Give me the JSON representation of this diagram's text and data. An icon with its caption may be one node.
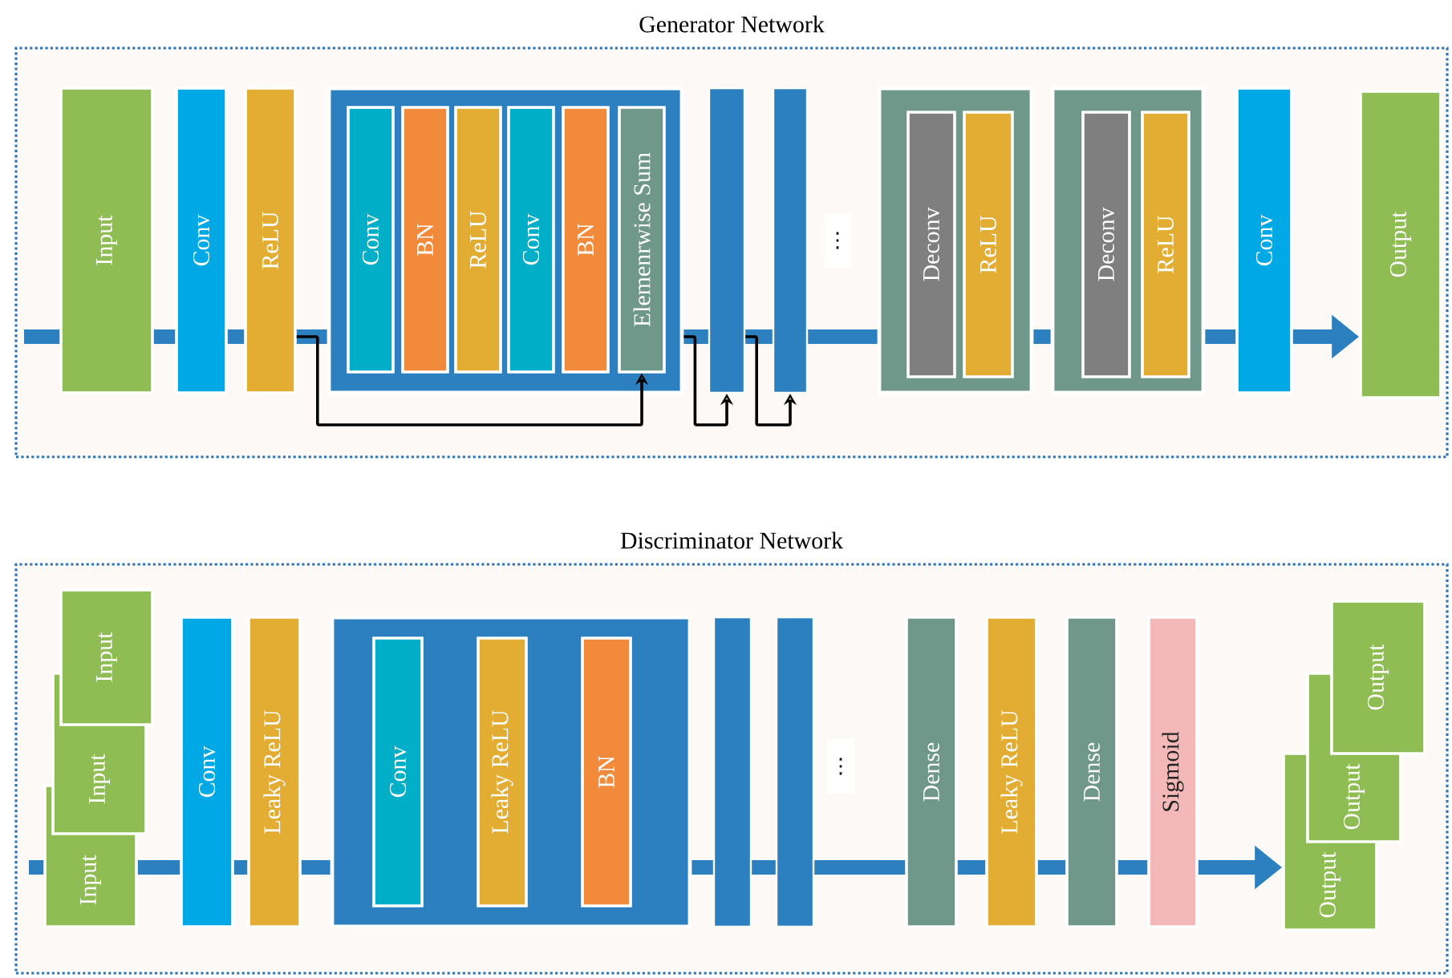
{
  "diagram": {
    "nodes": [
      {
        "text": [
          "Generator Network"
        ]
      },
      {
        "text": [
          "Input"
        ],
        "in": 0
      },
      {
        "text": [
          "Conv"
        ],
        "in": 0
      },
      {
        "text": [
          "ReLU"
        ],
        "in": 0
      },
      {
        "text": [],
        "shape": "box",
        "in": 0
      },
      {
        "text": [
          "Conv"
        ],
        "in": 4
      },
      {
        "text": [
          "BN"
        ],
        "in": 4
      },
      {
        "text": [
          "ReLU"
        ],
        "in": 4
      },
      {
        "text": [
          "Conv"
        ],
        "in": 4
      },
      {
        "text": [
          "BN"
        ],
        "in": 4
      },
      {
        "text": [
          "Elemenrwise Sum"
        ],
        "in": 4
      },
      {
        "text": [],
        "shape": "bar",
        "in": 0
      },
      {
        "text": [],
        "shape": "bar",
        "in": 0
      },
      {
        "text": [],
        "shape": "box",
        "in": 0
      },
      {
        "text": [
          "Deconv"
        ],
        "in": 13
      },
      {
        "text": [
          "ReLU"
        ],
        "in": 13
      },
      {
        "text": [],
        "shape": "box",
        "in": 0
      },
      {
        "text": [
          "Deconv"
        ],
        "in": 16
      },
      {
        "text": [
          "ReLU"
        ],
        "in": 16
      },
      {
        "text": [
          "Conv"
        ],
        "in": 0
      },
      {
        "text": [
          "Output"
        ],
        "in": 0
      },
      {
        "text": [
          "Discriminator Network"
        ]
      },
      {
        "text": [
          "Input"
        ],
        "in": 21
      },
      {
        "text": [
          "Input"
        ],
        "in": 21
      },
      {
        "text": [
          "Input"
        ],
        "in": 21
      },
      {
        "text": [
          "Conv"
        ],
        "in": 21
      },
      {
        "text": [
          "Leaky ReLU"
        ],
        "in": 21
      },
      {
        "text": [],
        "shape": "box",
        "in": 21
      },
      {
        "text": [
          "Conv"
        ],
        "in": 27
      },
      {
        "text": [
          "Leaky ReLU"
        ],
        "in": 27
      },
      {
        "text": [
          "BN"
        ],
        "in": 27
      },
      {
        "text": [],
        "shape": "bar",
        "in": 21
      },
      {
        "text": [],
        "shape": "bar",
        "in": 21
      },
      {
        "text": [
          "Dense"
        ],
        "in": 21
      },
      {
        "text": [
          "Leaky ReLU"
        ],
        "in": 21
      },
      {
        "text": [
          "Dense"
        ],
        "in": 21
      },
      {
        "text": [
          "Sigmoid"
        ],
        "in": 21
      },
      {
        "text": [
          "Output"
        ],
        "in": 21
      },
      {
        "text": [
          "Output"
        ],
        "in": 21
      },
      {
        "text": [
          "Output"
        ],
        "in": 21
      }
    ],
    "edges": [
      {
        "from": null,
        "to": 1,
        "arrow": "none"
      },
      {
        "from": 1,
        "to": 2,
        "arrow": "none"
      },
      {
        "from": 2,
        "to": 3,
        "arrow": "none"
      },
      {
        "from": 3,
        "to": 4,
        "arrow": "none"
      },
      {
        "from": 4,
        "to": 11,
        "arrow": "none"
      },
      {
        "from": 11,
        "to": 12,
        "arrow": "none"
      },
      {
        "from": 12,
        "to": 13,
        "arrow": "none"
      },
      {
        "from": 13,
        "to": 16,
        "arrow": "none"
      },
      {
        "from": 16,
        "to": 19,
        "arrow": "none"
      },
      {
        "from": 19,
        "to": 20,
        "arrow": "to"
      },
      {
        "from": 3,
        "to": 10,
        "arrow": "to",
        "color": "#000000"
      },
      {
        "from": 4,
        "to": 11,
        "arrow": "to",
        "color": "#000000"
      },
      {
        "from": 11,
        "to": 12,
        "arrow": "to",
        "color": "#000000"
      },
      {
        "from": null,
        "to": 24,
        "arrow": "none"
      },
      {
        "from": 24,
        "to": 25,
        "arrow": "none"
      },
      {
        "from": 25,
        "to": 26,
        "arrow": "none"
      },
      {
        "from": 26,
        "to": 27,
        "arrow": "none"
      },
      {
        "from": 27,
        "to": 31,
        "arrow": "none"
      },
      {
        "from": 31,
        "to": 32,
        "arrow": "none"
      },
      {
        "from": 32,
        "to": 33,
        "arrow": "none"
      },
      {
        "from": 33,
        "to": 34,
        "arrow": "none"
      },
      {
        "from": 34,
        "to": 35,
        "arrow": "none"
      },
      {
        "from": 35,
        "to": 36,
        "arrow": "none"
      },
      {
        "from": 36,
        "to": 39,
        "arrow": "to"
      }
    ],
    "labels": [
      "⋮",
      "⋮"
    ]
  }
}
